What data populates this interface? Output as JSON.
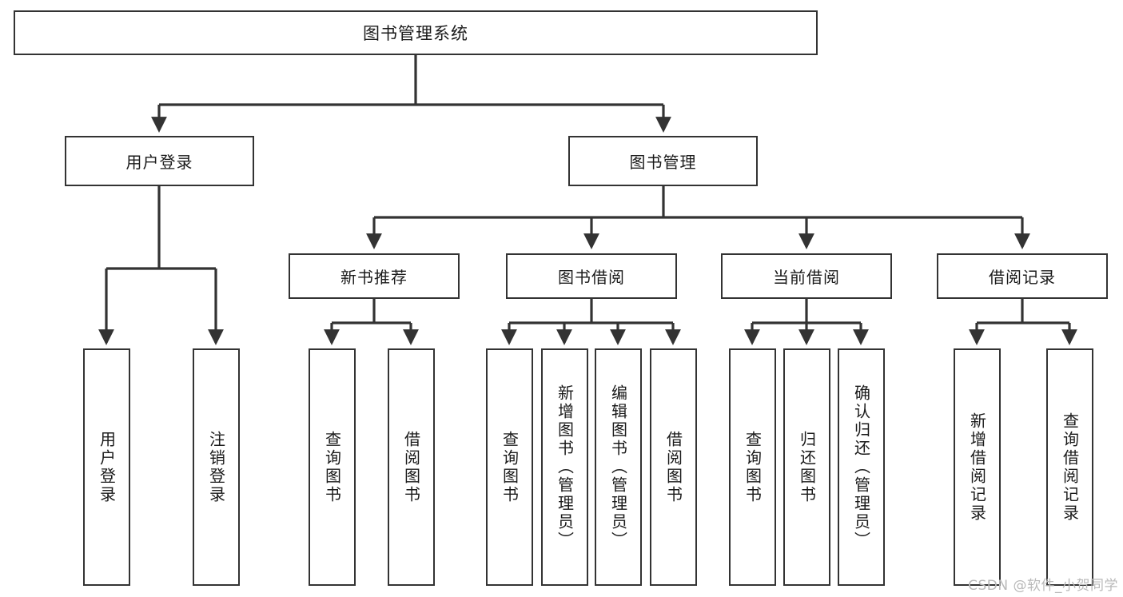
{
  "diagram": {
    "type": "tree",
    "title": "图书管理系统",
    "orientation": "top-down",
    "root": {
      "id": "root",
      "label": "图书管理系统"
    },
    "level2": [
      {
        "id": "user-login",
        "label": "用户登录"
      },
      {
        "id": "book-manage",
        "label": "图书管理"
      }
    ],
    "level3": [
      {
        "id": "new-book-rec",
        "label": "新书推荐",
        "parent": "book-manage"
      },
      {
        "id": "book-borrow",
        "label": "图书借阅",
        "parent": "book-manage"
      },
      {
        "id": "current-borrow",
        "label": "当前借阅",
        "parent": "book-manage"
      },
      {
        "id": "borrow-record",
        "label": "借阅记录",
        "parent": "book-manage"
      }
    ],
    "leaves": [
      {
        "id": "leaf-user-login",
        "label": "用户登录",
        "parent": "user-login"
      },
      {
        "id": "leaf-logout",
        "label": "注销登录",
        "parent": "user-login"
      },
      {
        "id": "leaf-query-book-1",
        "label": "查询图书",
        "parent": "new-book-rec"
      },
      {
        "id": "leaf-borrow-book-1",
        "label": "借阅图书",
        "parent": "new-book-rec"
      },
      {
        "id": "leaf-query-book-2",
        "label": "查询图书",
        "parent": "book-borrow"
      },
      {
        "id": "leaf-add-book",
        "label": "新增图书（管理员）",
        "parent": "book-borrow"
      },
      {
        "id": "leaf-edit-book",
        "label": "编辑图书（管理员）",
        "parent": "book-borrow"
      },
      {
        "id": "leaf-borrow-book-2",
        "label": "借阅图书",
        "parent": "book-borrow"
      },
      {
        "id": "leaf-query-book-3",
        "label": "查询图书",
        "parent": "current-borrow"
      },
      {
        "id": "leaf-return-book",
        "label": "归还图书",
        "parent": "current-borrow"
      },
      {
        "id": "leaf-confirm-return",
        "label": "确认归还（管理员）",
        "parent": "current-borrow"
      },
      {
        "id": "leaf-add-record",
        "label": "新增借阅记录",
        "parent": "borrow-record"
      },
      {
        "id": "leaf-query-record",
        "label": "查询借阅记录",
        "parent": "borrow-record"
      }
    ]
  },
  "watermark": {
    "text": "CSDN @软件_小贺同学"
  },
  "colors": {
    "stroke": "#333333",
    "background": "#ffffff",
    "text": "#1a1a1a",
    "watermark": "#b9b9b9"
  }
}
